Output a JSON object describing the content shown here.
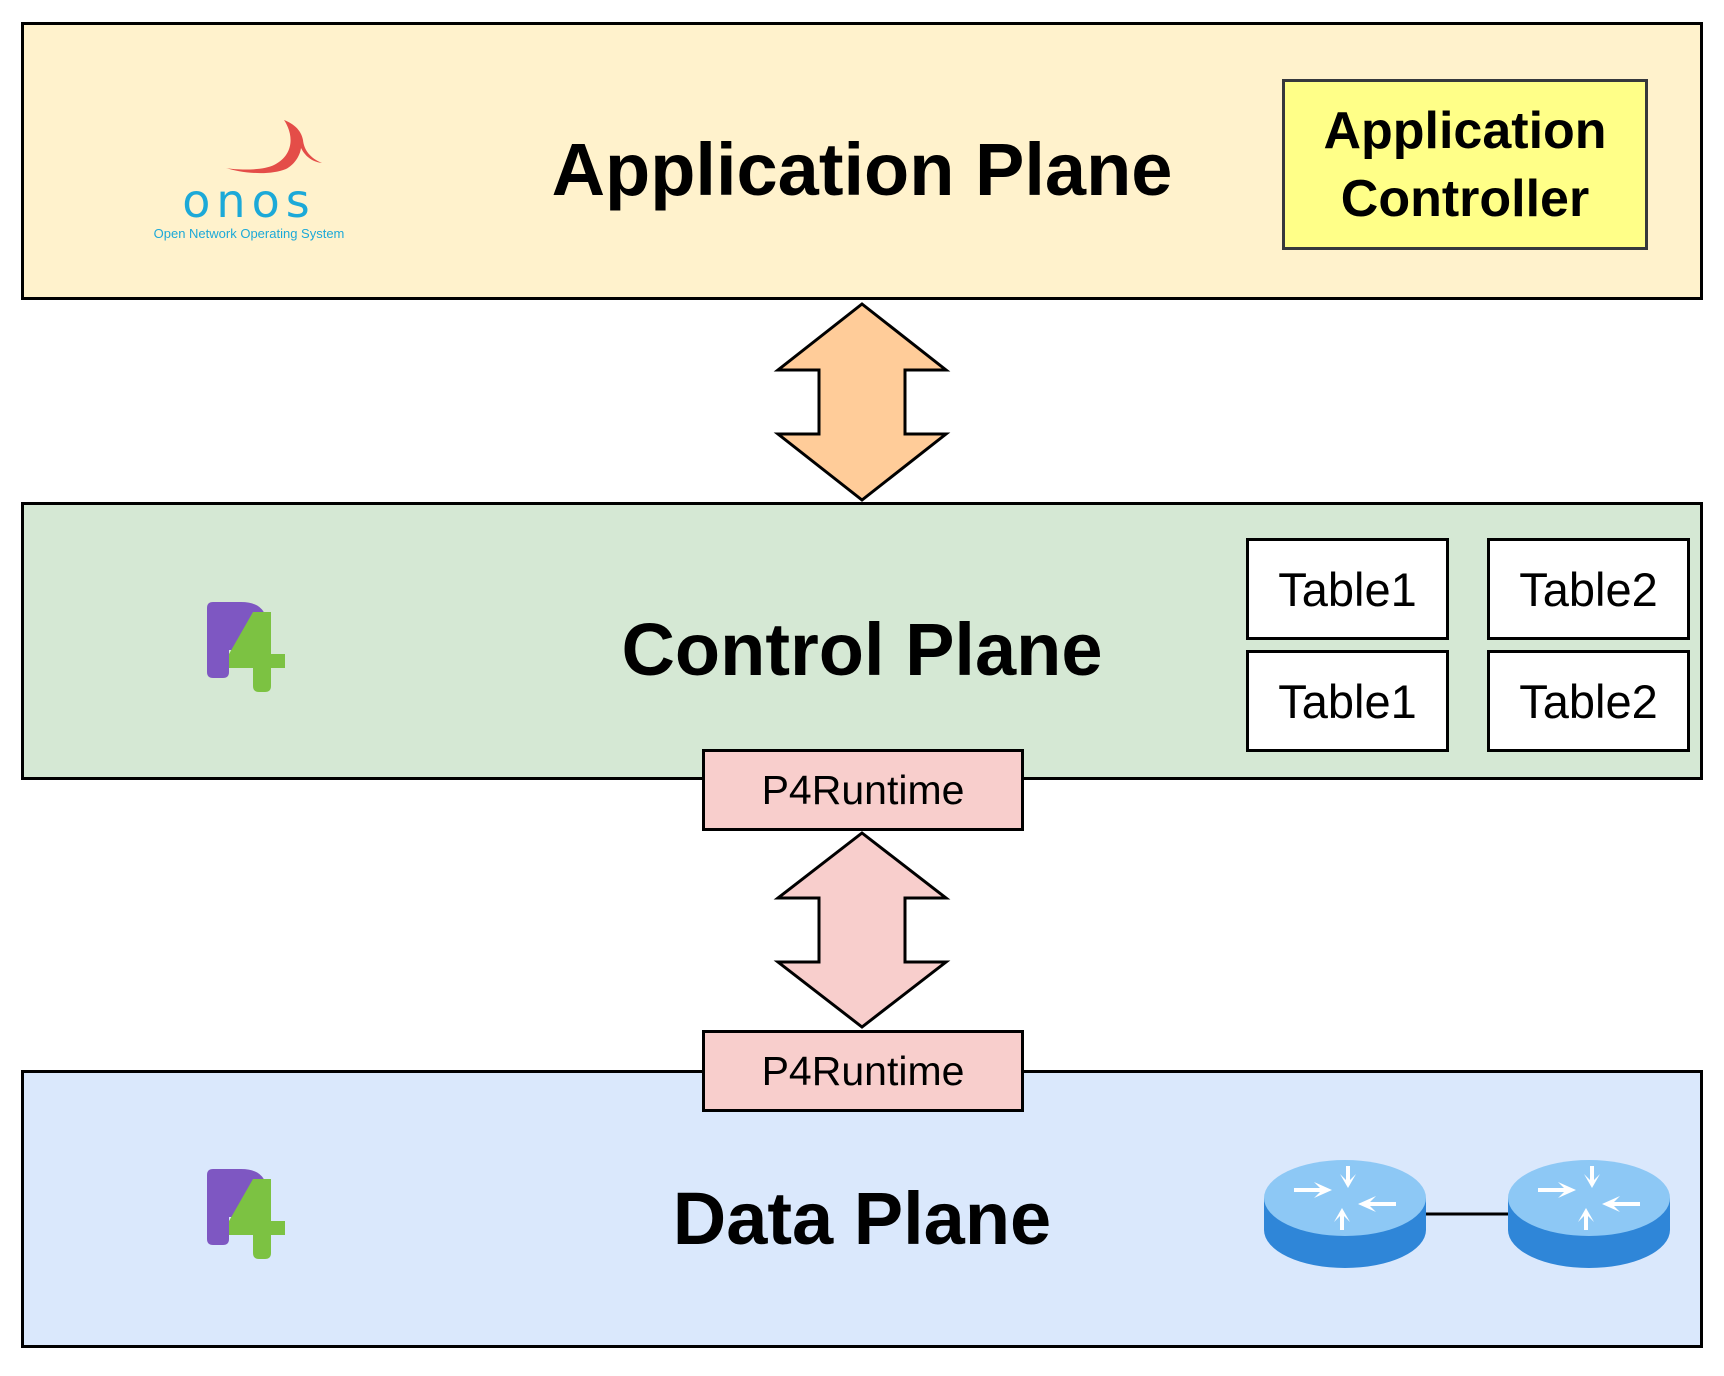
{
  "application_plane": {
    "title": "Application Plane",
    "logo_text": "onos",
    "logo_subtitle": "Open Network Operating System",
    "controller_line1": "Application",
    "controller_line2": "Controller"
  },
  "control_plane": {
    "title": "Control Plane",
    "logo": "P4",
    "tables": [
      "Table1",
      "Table2",
      "Table1",
      "Table2"
    ]
  },
  "data_plane": {
    "title": "Data Plane",
    "logo": "P4",
    "devices": [
      "router-icon",
      "router-icon"
    ]
  },
  "interfaces": {
    "runtime_top": "P4Runtime",
    "runtime_bottom": "P4Runtime"
  },
  "colors": {
    "app_plane_fill": "#fff2cc",
    "control_plane_fill": "#d5e8d4",
    "data_plane_fill": "#dae8fc",
    "controller_fill": "#ffff88",
    "runtime_fill": "#f8cecc",
    "upper_arrow_fill": "#ffcc99",
    "lower_arrow_fill": "#f8cecc"
  }
}
